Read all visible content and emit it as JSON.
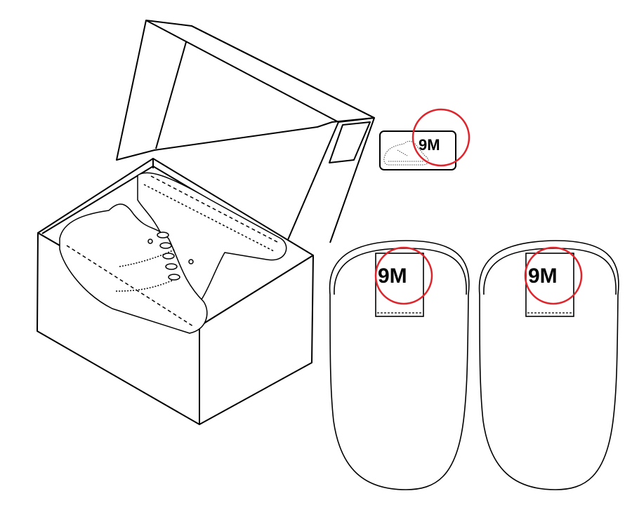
{
  "illustration": {
    "subject": "Shoe box with pair of sneakers and size labels",
    "box_label": {
      "size_text": "9M",
      "icon": "sneaker-sketch-icon"
    },
    "insoles": [
      {
        "side": "left",
        "size_text": "9M"
      },
      {
        "side": "right",
        "size_text": "9M"
      }
    ],
    "colors": {
      "line": "#000000",
      "highlight_circle": "#e0242b",
      "background": "#ffffff"
    }
  }
}
